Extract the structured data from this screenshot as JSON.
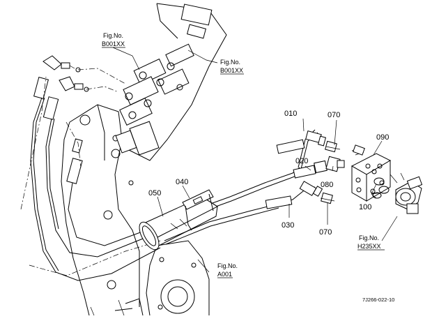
{
  "figure_refs": {
    "top_left": {
      "title": "Fig.No.",
      "code": "B001XX"
    },
    "top_right": {
      "title": "Fig.No.",
      "code": "B001XX"
    },
    "right": {
      "title": "Fig.No.",
      "code": "H235XX"
    },
    "bottom": {
      "title": "Fig.No.",
      "code": "A001"
    }
  },
  "parts": {
    "p010": "010",
    "p020": "020",
    "p030": "030",
    "p040": "040",
    "p050": "050",
    "p070_top": "070",
    "p070_bottom": "070",
    "p080": "080",
    "p090": "090",
    "p100": "100"
  },
  "drawing_code": "7J266-022-10"
}
